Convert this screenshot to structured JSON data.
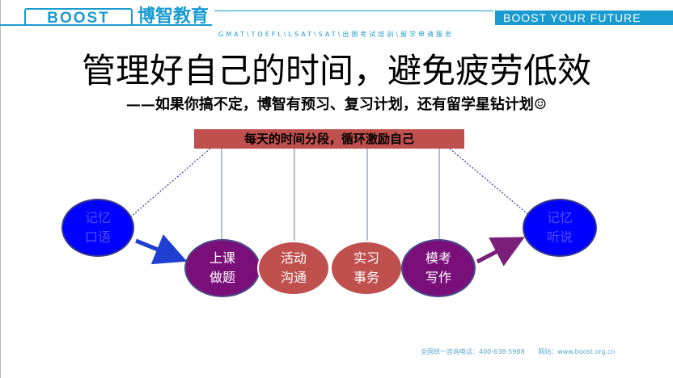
{
  "header": {
    "logo_word": "BOOST",
    "logo_cn": "博智教育",
    "slogan": "BOOST YOUR FUTURE",
    "services": "GMAT\\TOEFL\\LSAT\\SAT\\出国考试培训\\留学申请服务"
  },
  "title": "管理好自己的时间，避免疲劳低效",
  "subtitle": "——如果你搞不定，博智有预习、复习计划，还有留学星钻计划☺",
  "banner": "每天的时间分段，循环激励自己",
  "nodes": {
    "left": [
      "记忆",
      "口语"
    ],
    "right": [
      "记忆",
      "听说"
    ],
    "step1": [
      "上课",
      "做题"
    ],
    "step2": [
      "活动",
      "沟通"
    ],
    "step3": [
      "实习",
      "事务"
    ],
    "step4": [
      "模考",
      "写作"
    ]
  },
  "colors": {
    "blue_node": "#0000ff",
    "purple_node": "#7a0f7a",
    "salmon_node": "#c0504d",
    "brand_blue": "#1a9bd0"
  },
  "footer": {
    "hotline": "全国统一咨询电话：400-638-5988",
    "website": "网站：www.boost.org.cn"
  }
}
